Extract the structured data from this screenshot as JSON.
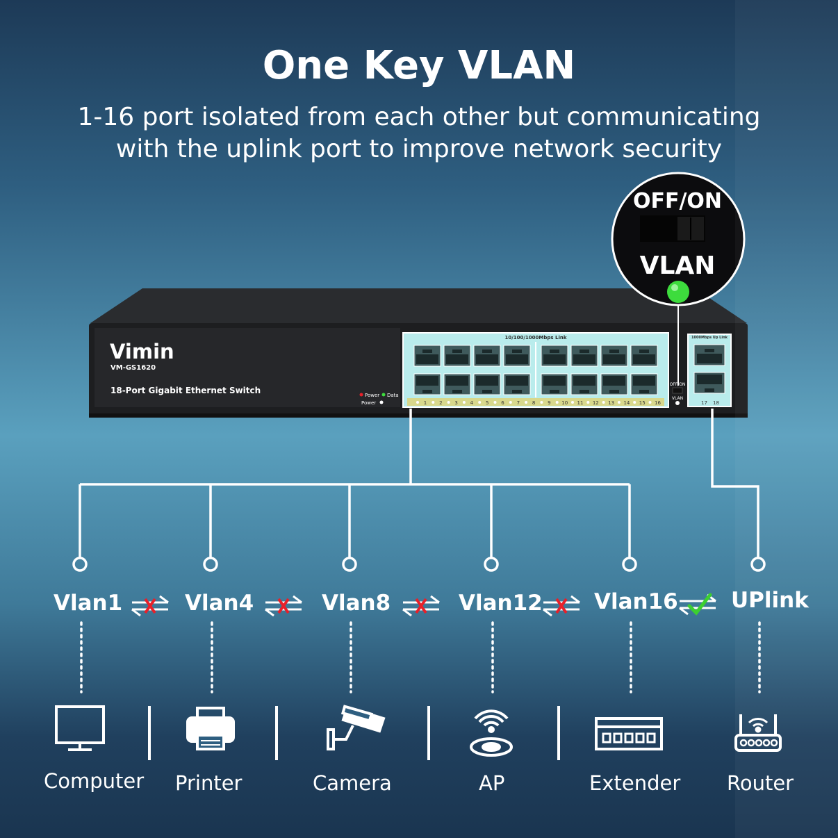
{
  "header": {
    "title": "One Key VLAN",
    "subtitle_line1": "1-16 port isolated from each other but communicating",
    "subtitle_line2": "with the uplink port to improve network security"
  },
  "switch": {
    "brand": "Vimin",
    "model": "VM-GS1620",
    "description": "18-Port Gigabit Ethernet Switch",
    "link_label": "10/100/1000Mbps Link",
    "uplink_label": "1000Mbps Up Link",
    "led_power_label": "Power",
    "led_data_label": "Data",
    "power_label": "Power",
    "switch_off_on_label": "OFF/ON",
    "switch_vlan_label": "VLAN",
    "port_numbers": [
      "1",
      "2",
      "3",
      "4",
      "5",
      "6",
      "7",
      "8",
      "9",
      "10",
      "11",
      "12",
      "13",
      "14",
      "15",
      "16"
    ],
    "uplink_numbers": [
      "17",
      "18"
    ]
  },
  "callout": {
    "off_on": "OFF/ON",
    "vlan": "VLAN"
  },
  "vlans": [
    "Vlan1",
    "Vlan4",
    "Vlan8",
    "Vlan12",
    "Vlan16",
    "UPlink"
  ],
  "devices": [
    "Computer",
    "Printer",
    "Camera",
    "AP",
    "Extender",
    "Router"
  ],
  "colors": {
    "port_panel": "#b9ecec",
    "led_green": "#3ddc3d",
    "cross_red": "#e8202a",
    "check_green": "#3ccf2f"
  }
}
